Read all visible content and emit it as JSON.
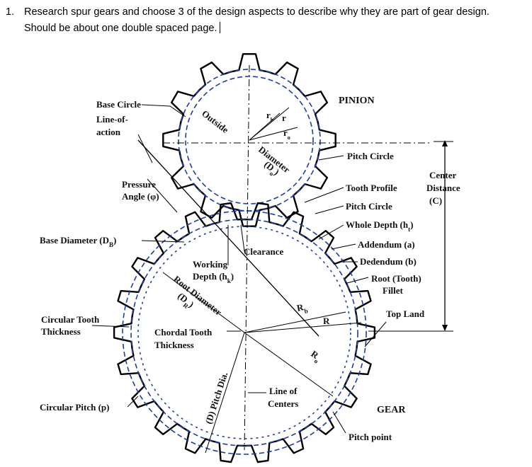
{
  "question": {
    "number": "1.",
    "text": "Research spur gears and choose 3 of the design aspects to describe why they are part of gear design.",
    "note": "Should be about one double spaced page."
  },
  "diagram": {
    "labels": {
      "pinion": "PINION",
      "gear": "GEAR",
      "base_circle": "Base Circle",
      "line_of": "Line-of-",
      "action": "action",
      "pressure": "Pressure",
      "angle": "Angle (φ)",
      "base_diameter": "Base Diameter (D",
      "base_diameter_sub": "B",
      "base_diameter_end": ")",
      "circular_tooth": "Circular Tooth",
      "thickness": "Thickness",
      "circular_pitch": "Circular Pitch (p)",
      "outside": "Outside",
      "diameter_top": "Diameter",
      "do": "(D",
      "do_sub": "o",
      "do_end": ")",
      "rb_top": "r",
      "rb_top_sub": "b",
      "r_top": "r",
      "ro_top": "r",
      "ro_top_sub": "o",
      "pitch_circle_1": "Pitch Circle",
      "center": "Center",
      "distance": "Distance",
      "c": "(C)",
      "tooth_profile": "Tooth Profile",
      "pitch_circle_2": "Pitch Circle",
      "whole_depth": "Whole Depth (h",
      "whole_depth_sub": "t",
      "whole_depth_end": ")",
      "addendum": "Addendum (a)",
      "dedendum": "Dedendum (b)",
      "root_tooth": "Root (Tooth)",
      "fillet": "Fillet",
      "top_land": "Top Land",
      "clearance": "Clearance",
      "working": "Working",
      "depth": "Depth (h",
      "depth_sub": "k",
      "depth_end": ")",
      "root_diameter": "Root Diameter",
      "dr": "(D",
      "dr_sub": "R",
      "dr_end": ")",
      "chordal_tooth": "Chordal Tooth",
      "chordal_thickness": "Thickness",
      "rb": "R",
      "rb_sub": "b",
      "r": "R",
      "ro": "R",
      "ro_sub": "o",
      "pitch_dia": "(D) Pitch Dia.",
      "line_of_centers_1": "Line of",
      "line_of_centers_2": "Centers",
      "pitch_point": "Pitch point"
    }
  }
}
